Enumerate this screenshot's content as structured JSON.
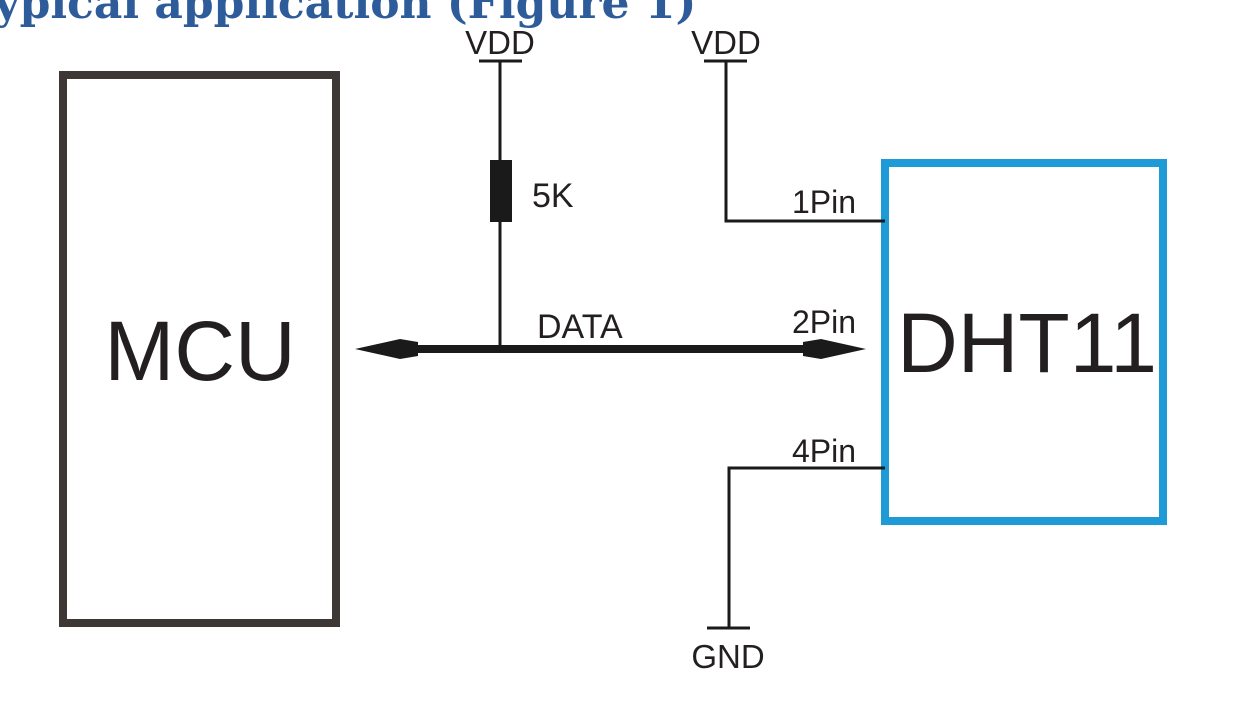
{
  "heading": {
    "text": "ypical application (Figure 1)",
    "color": "#2e5c9a"
  },
  "mcu": {
    "label": "MCU",
    "border_color": "#3d3836"
  },
  "sensor": {
    "label": "DHT11",
    "border_color": "#1e9bd7"
  },
  "power": {
    "vdd_resistor": "VDD",
    "vdd_sensor": "VDD",
    "gnd": "GND"
  },
  "resistor": {
    "value": "5K"
  },
  "bus": {
    "label": "DATA"
  },
  "pins": {
    "pin1": "1Pin",
    "pin2": "2Pin",
    "pin4": "4Pin"
  },
  "line_color": "#1a1a1a"
}
